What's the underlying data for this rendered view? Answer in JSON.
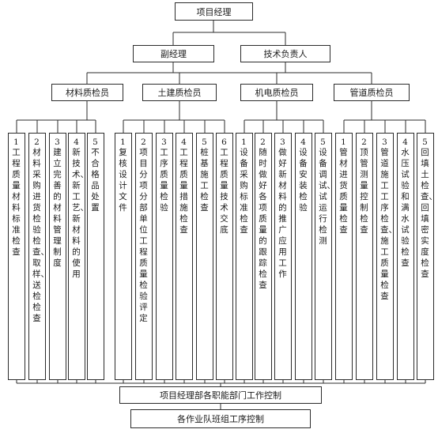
{
  "chart_data": {
    "type": "diagram",
    "root": "项目经理",
    "level2": [
      "副经理",
      "技术负责人"
    ],
    "groups": [
      {
        "name": "材料质检员",
        "items": [
          {
            "num": "1",
            "text": "工程质量材料标准检查"
          },
          {
            "num": "2",
            "text": "材料采购进货检验检查、取样、送检检查"
          },
          {
            "num": "3",
            "text": "建立完善的材料管理制度"
          },
          {
            "num": "4",
            "text": "新技术、新工艺、新材料的使用"
          },
          {
            "num": "5",
            "text": "不合格品处置"
          }
        ]
      },
      {
        "name": "土建质检员",
        "items": [
          {
            "num": "1",
            "text": "复核设计文件"
          },
          {
            "num": "2",
            "text": "项目分项分部单位工程质量检验评定"
          },
          {
            "num": "3",
            "text": "工序质量检验"
          },
          {
            "num": "4",
            "text": "工程质量措施检查"
          },
          {
            "num": "5",
            "text": "桩基施工检查"
          },
          {
            "num": "6",
            "text": "工程质量技术交底"
          }
        ]
      },
      {
        "name": "机电质检员",
        "items": [
          {
            "num": "1",
            "text": "设备采购标准检查"
          },
          {
            "num": "2",
            "text": "随时做好各项质量的跟踪检查"
          },
          {
            "num": "3",
            "text": "做好新材料的推广应用工作"
          },
          {
            "num": "4",
            "text": "设备安装检验"
          },
          {
            "num": "5",
            "text": "设备调试、试运行检测"
          }
        ]
      },
      {
        "name": "管道质检员",
        "items": [
          {
            "num": "1",
            "text": "管材进货质量检查"
          },
          {
            "num": "2",
            "text": "顶管测量控制检查"
          },
          {
            "num": "3",
            "text": "管道施工工序检查、施工质量检查"
          },
          {
            "num": "4",
            "text": "水压试验和满水试验检查"
          },
          {
            "num": "5",
            "text": "回填土检查、回填密实度检查"
          }
        ]
      }
    ],
    "bottom": [
      "项目经理部各职能部门工作控制",
      "各作业队班组工序控制"
    ]
  }
}
